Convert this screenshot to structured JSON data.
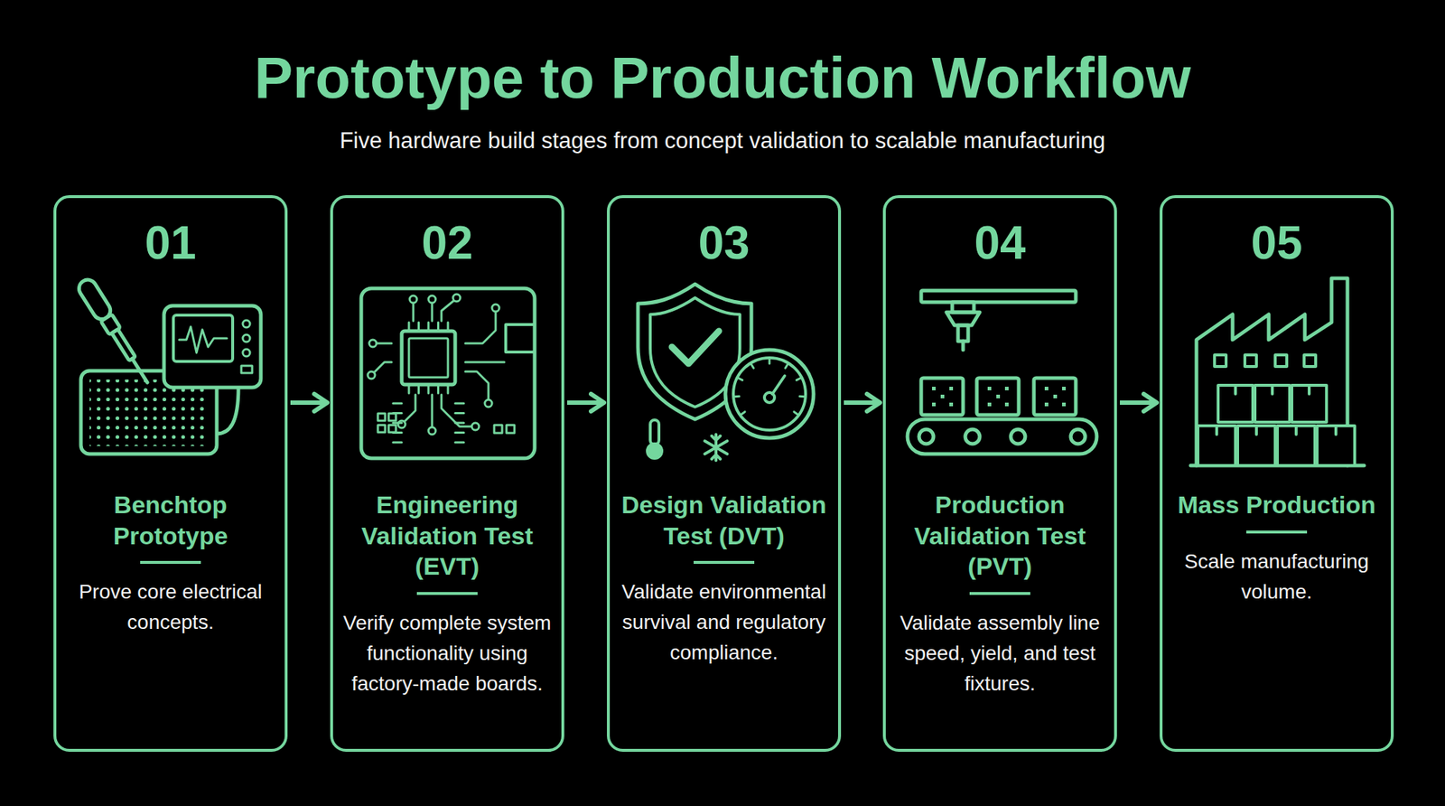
{
  "diagram": {
    "title": "Prototype to Production Workflow",
    "nodes": [
      {
        "text": [
          "01",
          "Benchtop Prototype",
          "Prove core electrical concepts."
        ]
      },
      {
        "text": [
          "02",
          "Engineering Validation Test (EVT)",
          "Verify complete system functionality using factory-made boards."
        ]
      },
      {
        "text": [
          "03",
          "Design Validation Test (DVT)",
          "Validate environmental survival and regulatory compliance."
        ]
      },
      {
        "text": [
          "04",
          "Production Validation Test (PVT)",
          "Validate assembly line speed, yield, and test fixtures."
        ]
      },
      {
        "text": [
          "05",
          "Mass Production",
          "Scale manufacturing volume."
        ]
      }
    ],
    "edges": [
      {
        "from": 0,
        "to": 1,
        "arrow": "to"
      },
      {
        "from": 1,
        "to": 2,
        "arrow": "to"
      },
      {
        "from": 2,
        "to": 3,
        "arrow": "to"
      },
      {
        "from": 3,
        "to": 4,
        "arrow": "to"
      }
    ],
    "labels": [
      "Five hardware build stages from concept validation to scalable manufacturing"
    ]
  }
}
